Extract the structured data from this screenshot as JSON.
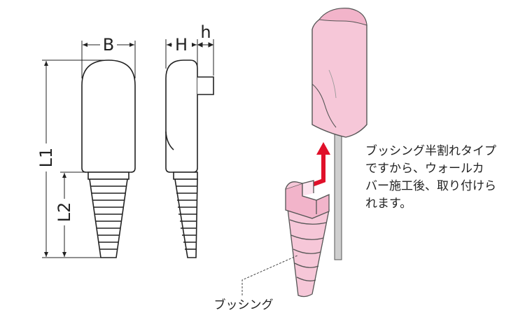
{
  "dimensions": {
    "B": "B",
    "H": "H",
    "h": "h",
    "L1": "L1",
    "L2": "L2"
  },
  "callout": {
    "label": "ブッシング"
  },
  "note": {
    "lines": [
      "ブッシング半割れタイプ",
      "ですから、ウォールカ",
      "バー施工後、取り付けら",
      "れます。"
    ]
  },
  "colors": {
    "cap_fill": "#f6c7d8",
    "cap_stroke": "#555555",
    "arrow": "#e0102a",
    "pipe": "#cfcfcf",
    "line": "#222222"
  }
}
